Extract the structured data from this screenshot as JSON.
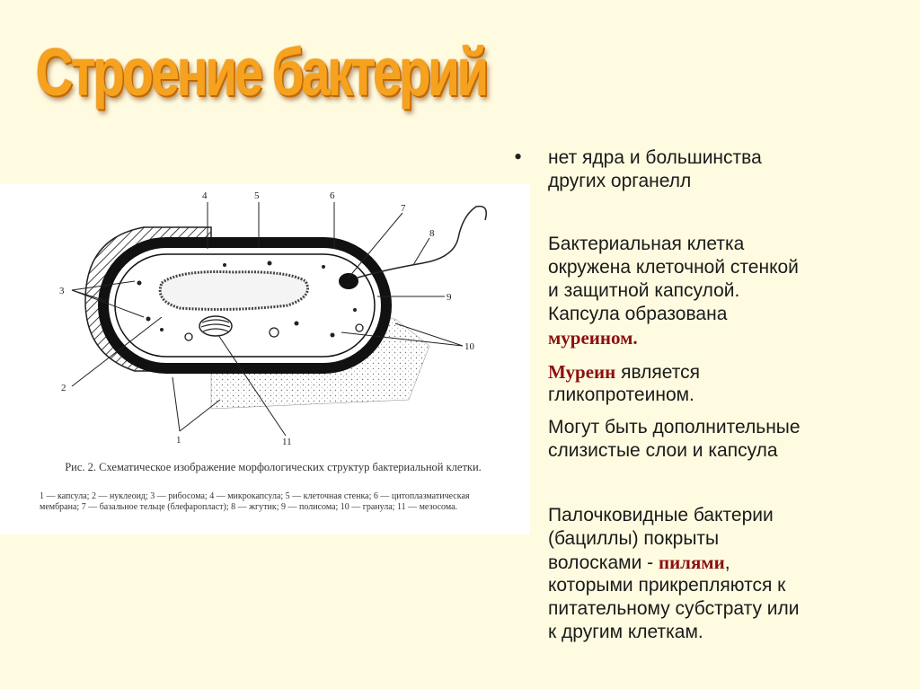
{
  "title": "Строение бактерий",
  "figure": {
    "caption_title": "Рис. 2. Схематическое изображение морфологических структур бактериальной клетки.",
    "legend": "1 — капсула; 2 — нуклеоид; 3 — рибосома; 4 — микрокапсула; 5 — клеточная стенка; 6 — цитоплазматическая мембрана; 7 — базальное тельце (блефаропласт); 8 — жгутик; 9 — полисома; 10 — гранула; 11 — мезосома.",
    "labels": [
      "1",
      "2",
      "3",
      "4",
      "5",
      "6",
      "7",
      "8",
      "9",
      "10",
      "11"
    ]
  },
  "text": {
    "bullet": "•",
    "p1_l1": "нет ядра и большинства",
    "p1_l2": "других органелл",
    "p2_l1": "Бактериальная клетка",
    "p2_l2": "окружена клеточной стенкой",
    "p2_l3": "и защитной капсулой.",
    "p2_l4": "Капсула образована",
    "p2_l5": "муреином.",
    "p3_red": "Муреин",
    "p3_l1": " является",
    "p3_l2": "гликопротеином.",
    "p4_l1": "Могут быть дополнительные",
    "p4_l2": "слизистые слои и капсула",
    "p5_l1": "Палочковидные бактерии",
    "p5_l2": "(бациллы) покрыты",
    "p5_l3a": "волосками - ",
    "p5_red": "пилями",
    "p5_l3b": ",",
    "p5_l4": "которыми прикрепляются к",
    "p5_l5": "питательному субстрату или",
    "p5_l6": "к другим клеткам."
  }
}
